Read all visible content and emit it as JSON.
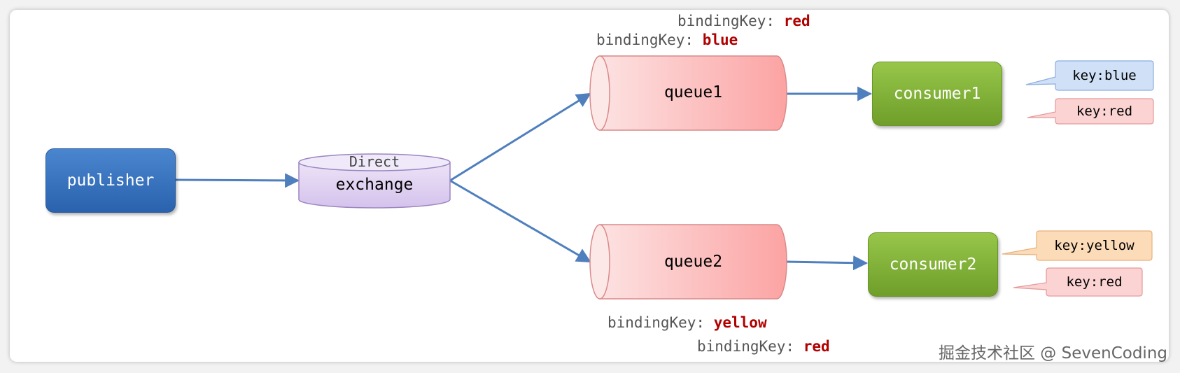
{
  "publisher": {
    "label": "publisher"
  },
  "exchange": {
    "type_label": "Direct",
    "label": "exchange"
  },
  "queues": [
    {
      "label": "queue1",
      "binding_keys": [
        {
          "prefix": "bindingKey:",
          "value": "red"
        },
        {
          "prefix": "bindingKey:",
          "value": "blue"
        }
      ]
    },
    {
      "label": "queue2",
      "binding_keys": [
        {
          "prefix": "bindingKey:",
          "value": "yellow"
        },
        {
          "prefix": "bindingKey:",
          "value": "red"
        }
      ]
    }
  ],
  "consumers": [
    {
      "label": "consumer1",
      "keys": [
        "key:blue",
        "key:red"
      ]
    },
    {
      "label": "consumer2",
      "keys": [
        "key:yellow",
        "key:red"
      ]
    }
  ],
  "colors": {
    "blue_key": "#cfe0f7",
    "red_key": "#fbd3d3",
    "yellow_key": "#fcdcb8",
    "arrow": "#4f7fbd",
    "binding_value": "#b00000"
  },
  "watermark": "掘金技术社区 @ SevenCoding"
}
